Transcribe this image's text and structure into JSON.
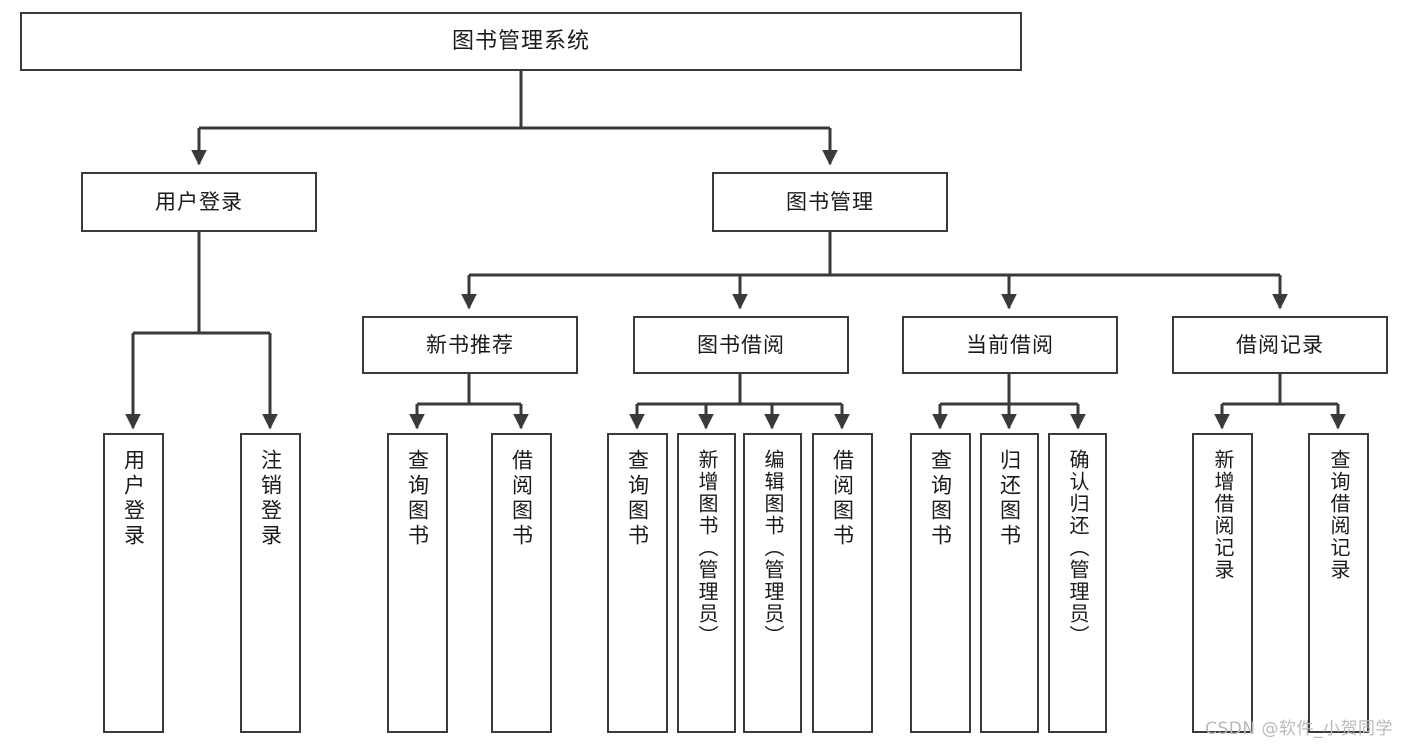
{
  "diagram": {
    "title": "图书管理系统",
    "type": "hierarchy-tree",
    "watermark": "CSDN @软件_小贺同学",
    "colors": {
      "background": "#ffffff",
      "box_border": "#3a3a3a",
      "box_fill": "#ffffff",
      "connector": "#3a3a3a",
      "text": "#1a1a1a",
      "watermark": "#b9b9b9"
    },
    "root": {
      "label": "图书管理系统"
    },
    "level2": [
      {
        "label": "用户登录"
      },
      {
        "label": "图书管理"
      }
    ],
    "level3": [
      {
        "label": "新书推荐"
      },
      {
        "label": "图书借阅"
      },
      {
        "label": "当前借阅"
      },
      {
        "label": "借阅记录"
      }
    ],
    "leaves": {
      "user_login": [
        {
          "label": "用户登录"
        },
        {
          "label": "注销登录"
        }
      ],
      "new_book_recommend": [
        {
          "label": "查询图书"
        },
        {
          "label": "借阅图书"
        }
      ],
      "book_borrow": [
        {
          "label": "查询图书"
        },
        {
          "label": "新增图书（管理员）"
        },
        {
          "label": "编辑图书（管理员）"
        },
        {
          "label": "借阅图书"
        }
      ],
      "current_borrow": [
        {
          "label": "查询图书"
        },
        {
          "label": "归还图书"
        },
        {
          "label": "确认归还（管理员）"
        }
      ],
      "borrow_record": [
        {
          "label": "新增借阅记录"
        },
        {
          "label": "查询借阅记录"
        }
      ]
    }
  }
}
